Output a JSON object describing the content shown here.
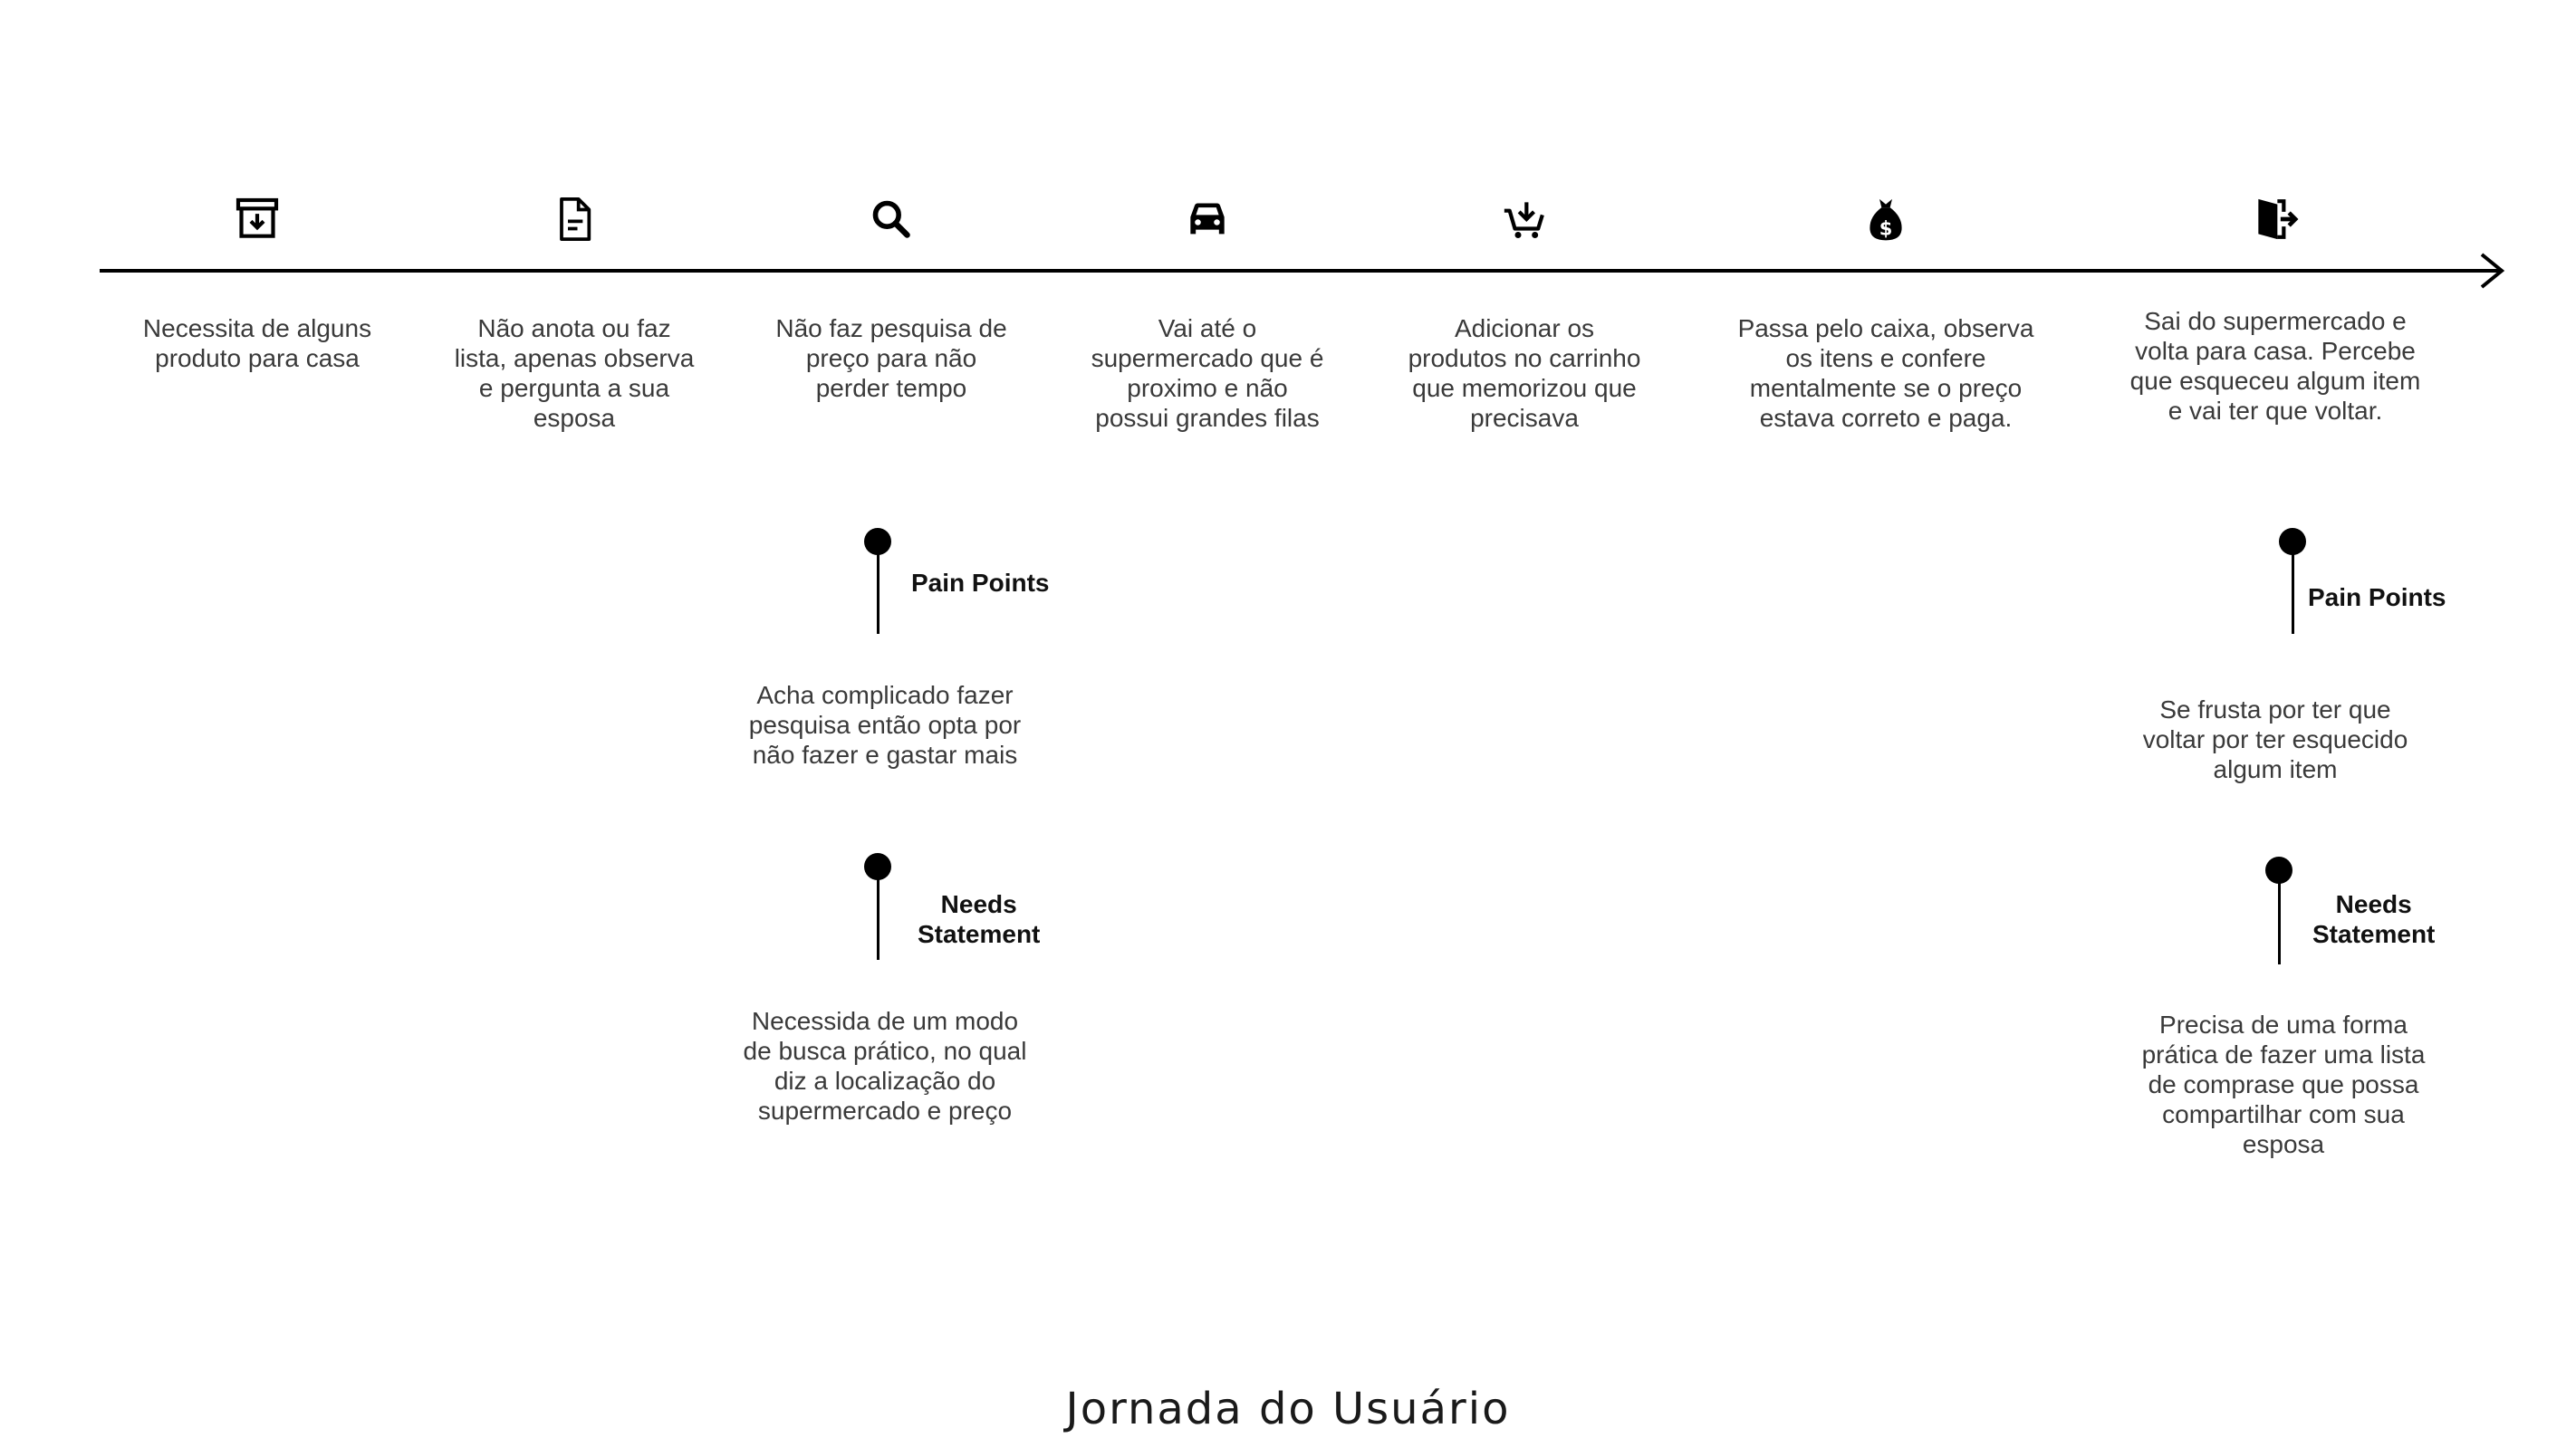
{
  "title": "Jornada do Usuário",
  "steps": [
    {
      "icon": "archive-box-icon",
      "text": "Necessita de alguns\nproduto para casa"
    },
    {
      "icon": "document-icon",
      "text": "Não anota ou faz\nlista, apenas observa\ne pergunta a sua\nesposa"
    },
    {
      "icon": "magnifier-icon",
      "text": "Não faz pesquisa de\npreço para não\nperder tempo"
    },
    {
      "icon": "car-icon",
      "text": "Vai até o\nsupermercado que é\nproximo e não\npossui grandes filas"
    },
    {
      "icon": "shopping-cart-add-icon",
      "text": "Adicionar os\nprodutos no carrinho\nque memorizou que\nprecisava"
    },
    {
      "icon": "money-bag-icon",
      "text": "Passa pelo caixa, observa\nos itens e confere\nmentalmente se o preço\nestava correto e paga."
    },
    {
      "icon": "exit-door-icon",
      "text": "Sai do supermercado e\nvolta para casa. Percebe\nque esqueceu algum item\ne vai ter que voltar."
    }
  ],
  "callouts": {
    "search_pain": {
      "label": "Pain Points",
      "text": "Acha complicado fazer\npesquisa então opta por\nnão fazer e gastar mais"
    },
    "search_need": {
      "label": "Needs\nStatement",
      "text": "Necessida de um modo\nde busca prático, no qual\ndiz a localização do\nsupermercado e preço"
    },
    "exit_pain": {
      "label": "Pain Points",
      "text": "Se frusta por ter que\nvoltar por ter esquecido\nalgum item"
    },
    "exit_need": {
      "label": "Needs\nStatement",
      "text": "Precisa de uma forma\nprática de fazer uma lista\nde comprase que possa\ncompartilhar com sua\nesposa"
    }
  },
  "colors": {
    "line": "#000000",
    "text": "#3a3a3a",
    "title": "#1a1a1a"
  }
}
